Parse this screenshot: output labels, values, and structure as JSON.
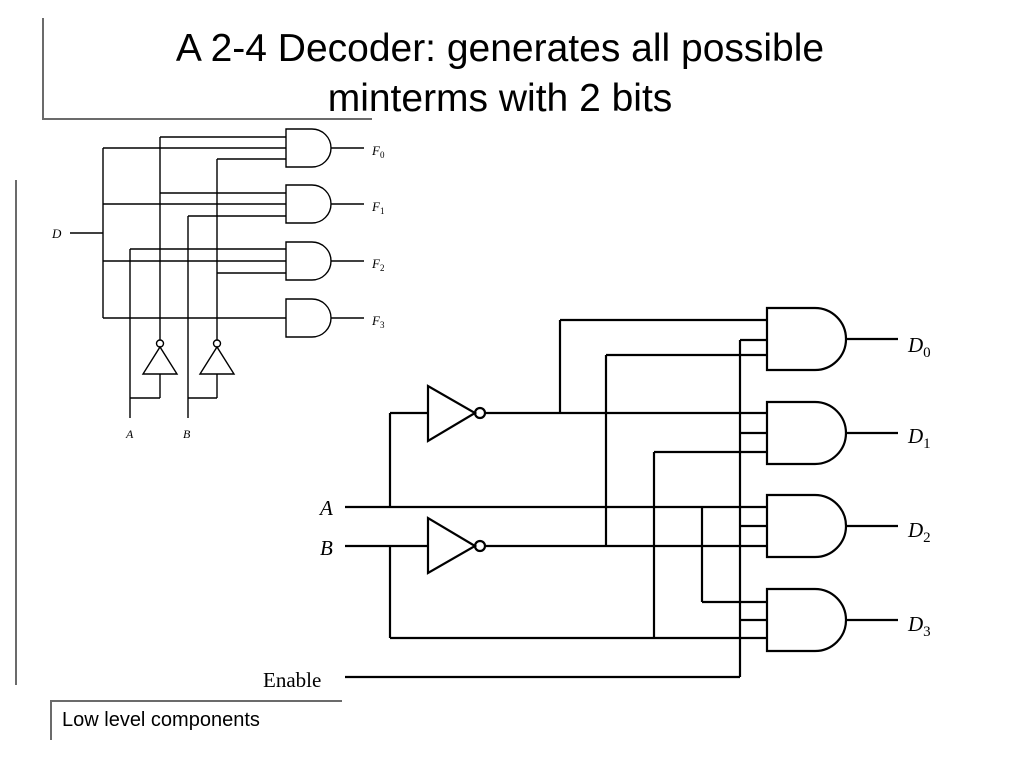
{
  "slide": {
    "title_lines": [
      "A 2-4 Decoder: generates all possible",
      "minterms with 2 bits"
    ],
    "caption": "Low level components"
  },
  "small_circuit": {
    "input_data": "D",
    "select_inputs": [
      "A",
      "B"
    ],
    "outputs": [
      {
        "letter": "F",
        "index": "0"
      },
      {
        "letter": "F",
        "index": "1"
      },
      {
        "letter": "F",
        "index": "2"
      },
      {
        "letter": "F",
        "index": "3"
      }
    ]
  },
  "large_circuit": {
    "inputs": [
      "A",
      "B"
    ],
    "enable": "Enable",
    "outputs": [
      {
        "letter": "D",
        "index": "0"
      },
      {
        "letter": "D",
        "index": "1"
      },
      {
        "letter": "D",
        "index": "2"
      },
      {
        "letter": "D",
        "index": "3"
      }
    ]
  }
}
